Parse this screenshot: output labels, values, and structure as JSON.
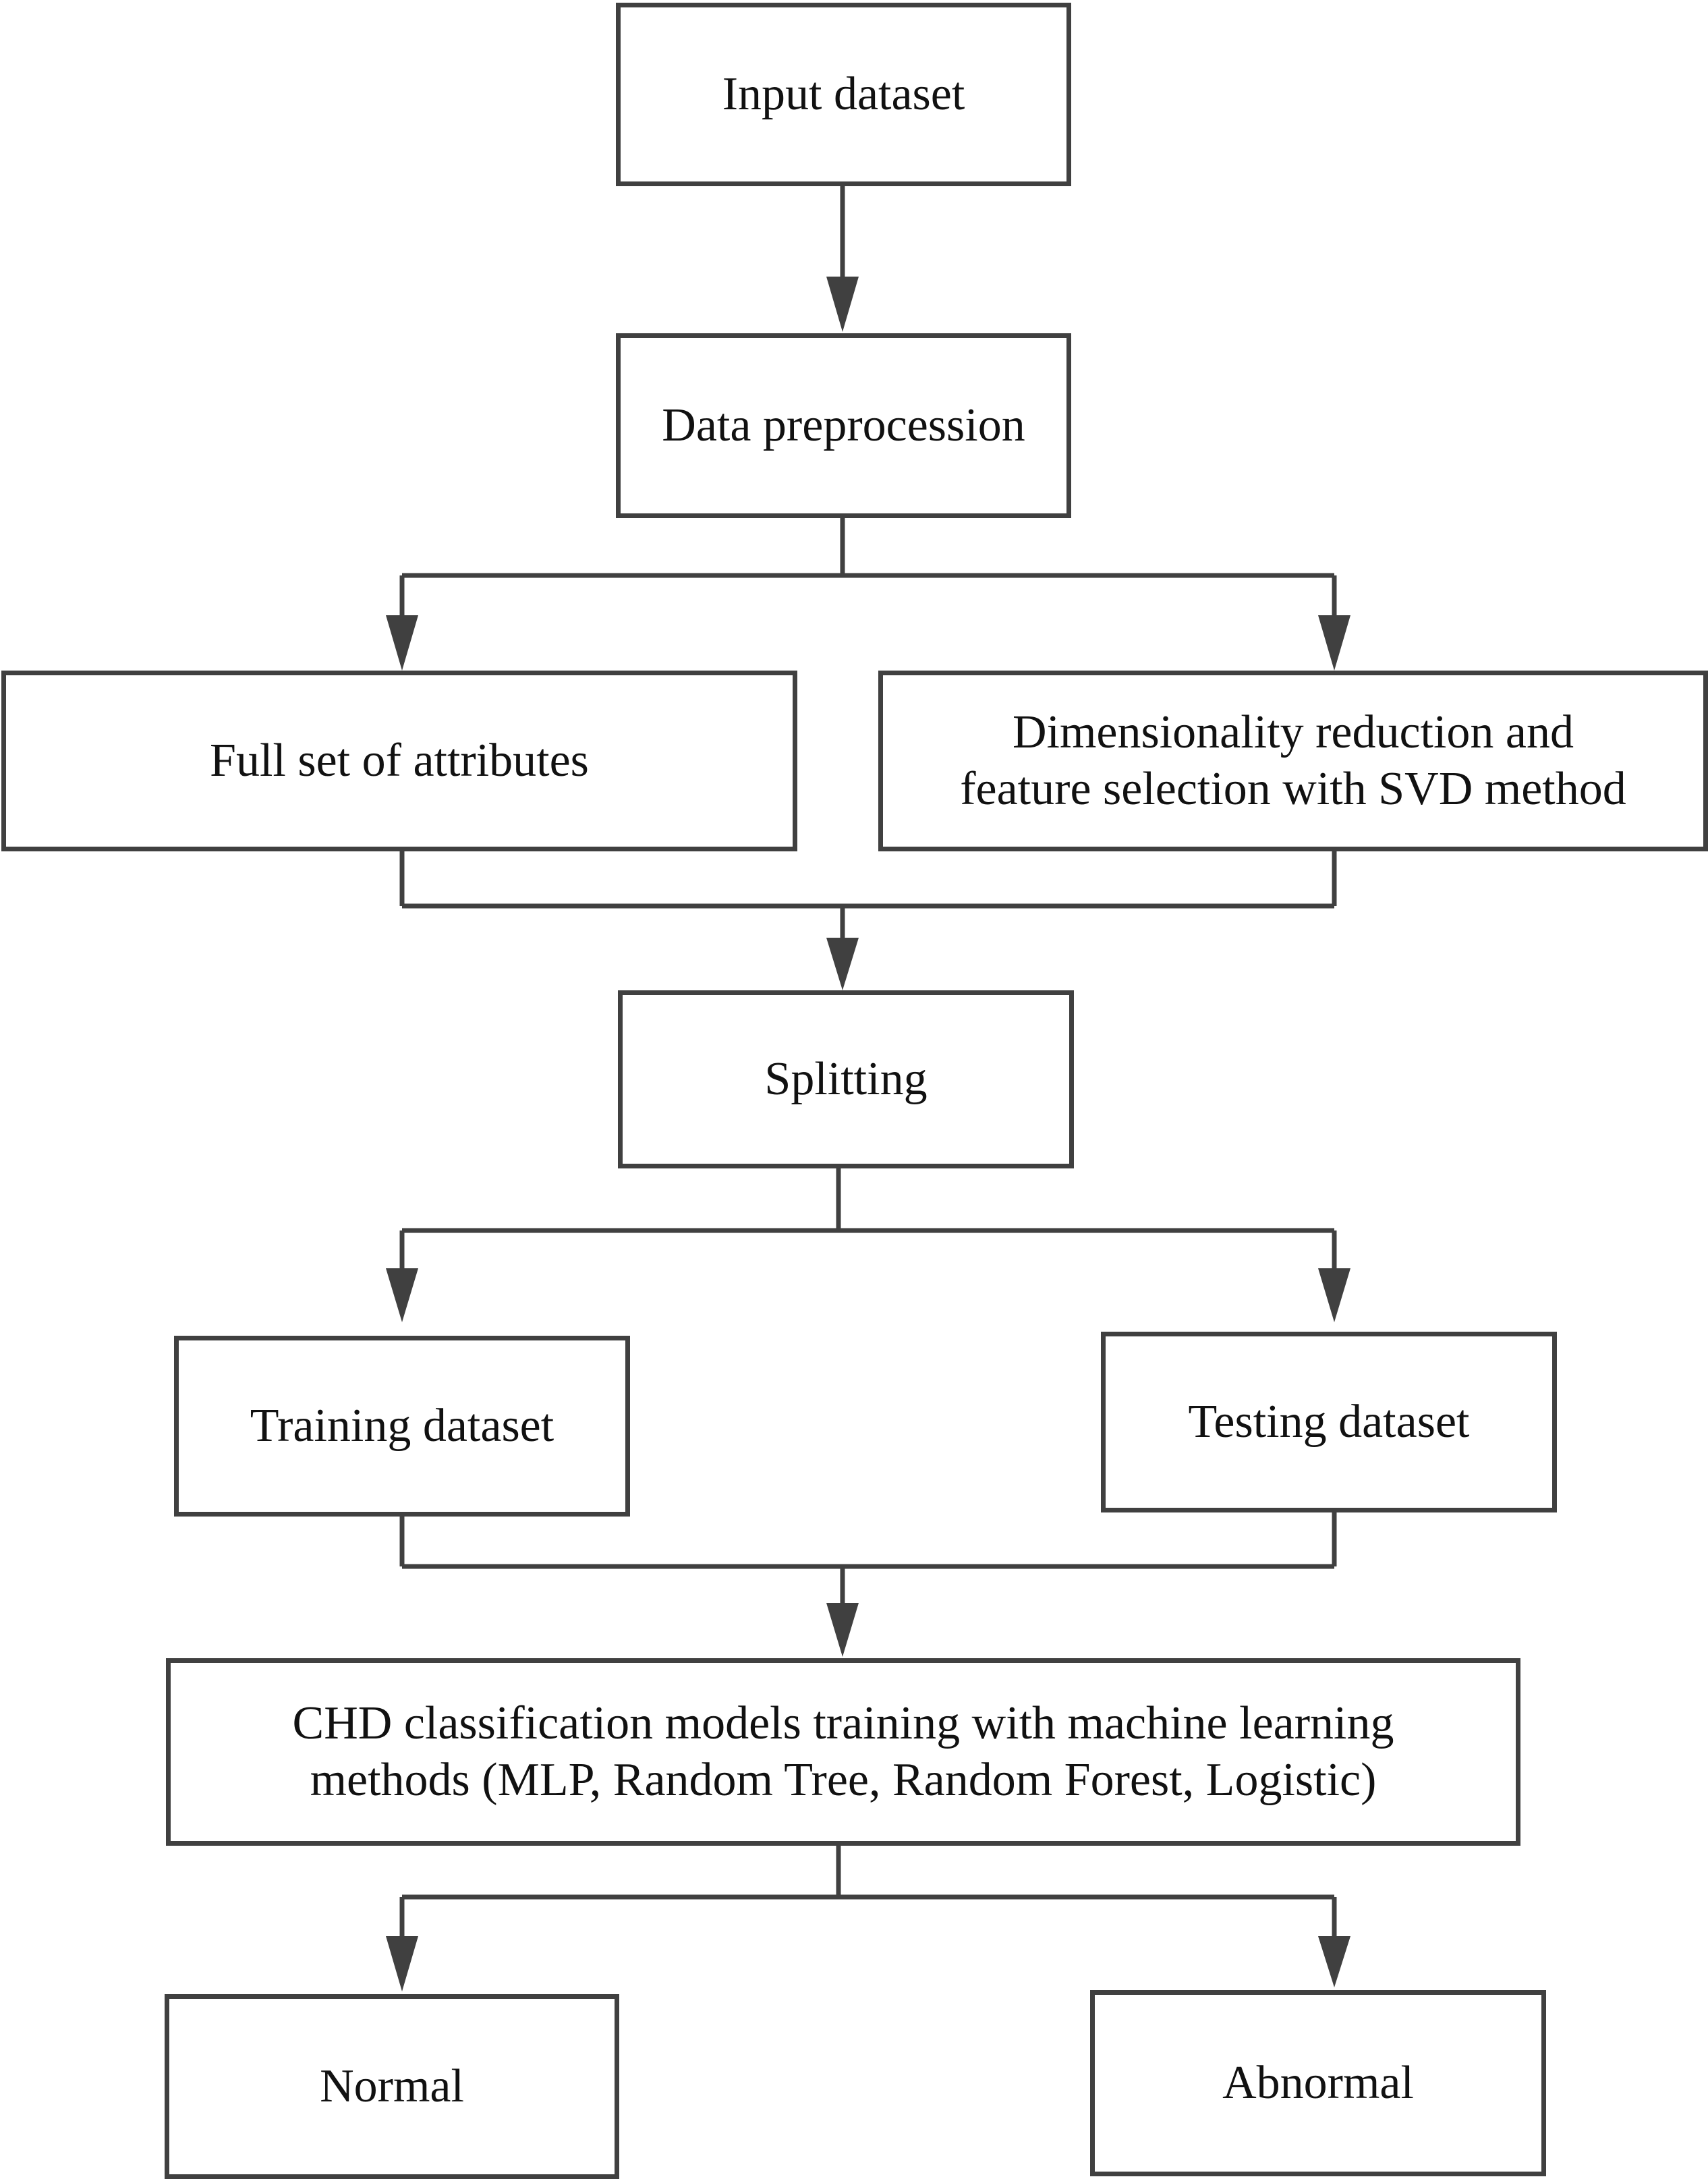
{
  "nodes": {
    "input": "Input dataset",
    "preprocess": "Data preprocession",
    "full": "Full set of attributes",
    "svd": "Dimensionality reduction and\nfeature selection with SVD method",
    "split": "Splitting",
    "train": "Training dataset",
    "test": "Testing dataset",
    "model": "CHD classification models training with machine learning\nmethods (MLP, Random Tree, Random Forest, Logistic)",
    "normal": "Normal",
    "abnormal": "Abnormal"
  },
  "colors": {
    "stroke": "#404040",
    "text": "#111111"
  }
}
